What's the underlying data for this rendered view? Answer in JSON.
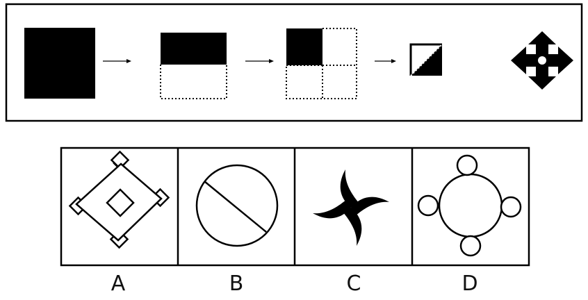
{
  "question": {
    "sequence": [
      {
        "name": "full-black-square"
      },
      {
        "name": "top-half-black-rectangle"
      },
      {
        "name": "top-left-quarter-black-square"
      },
      {
        "name": "diagonally-halved-small-square"
      },
      {
        "name": "four-arrow-cross"
      }
    ],
    "arrow_count": 3
  },
  "options": [
    {
      "label": "A",
      "figure": "diamond-with-corner-squares"
    },
    {
      "label": "B",
      "figure": "circle-with-diagonal"
    },
    {
      "label": "C",
      "figure": "four-blade-pinwheel"
    },
    {
      "label": "D",
      "figure": "circle-with-four-small-circles"
    }
  ],
  "colors": {
    "ink": "#000000",
    "paper": "#ffffff"
  }
}
